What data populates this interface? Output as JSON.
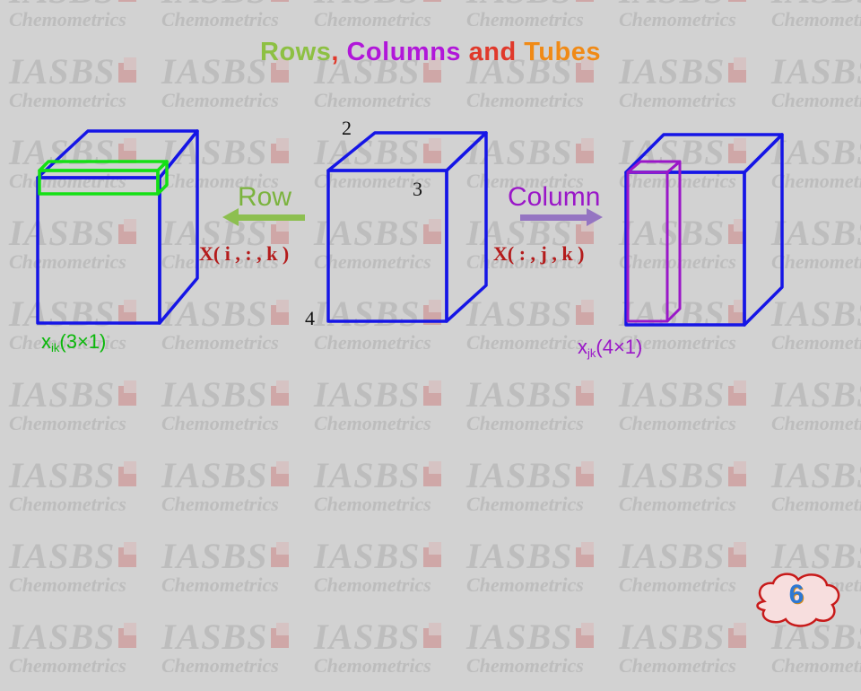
{
  "title": {
    "rows": "Rows",
    "comma": ",",
    "columns": "Columns",
    "and": "and",
    "tubes": "Tubes"
  },
  "watermark": {
    "top": "IASBS",
    "bottom": "Chemometrics"
  },
  "middle_cube": {
    "dim_top": "2",
    "dim_right": "3",
    "dim_left": "4"
  },
  "row_arrow": {
    "label": "Row",
    "index": "X( i , : , k )"
  },
  "column_arrow": {
    "label": "Column",
    "index": "X( : , j , k )"
  },
  "left_vector": {
    "base": "x",
    "sub": "ik",
    "size": "(3×1)"
  },
  "right_vector": {
    "base": "x",
    "sub": "jk",
    "size": "(4×1)"
  },
  "page_badge": "6",
  "colors": {
    "cube_edge": "#1515e6",
    "row_highlight": "#14e014",
    "column_highlight": "#9a17c8",
    "row_arrow": "#8dbf50",
    "column_arrow": "#9575c2",
    "index_text": "#b41b1b",
    "badge_fill": "#f7dede",
    "badge_outline": "#c81a1a",
    "badge_digit": "#2d78d4"
  }
}
